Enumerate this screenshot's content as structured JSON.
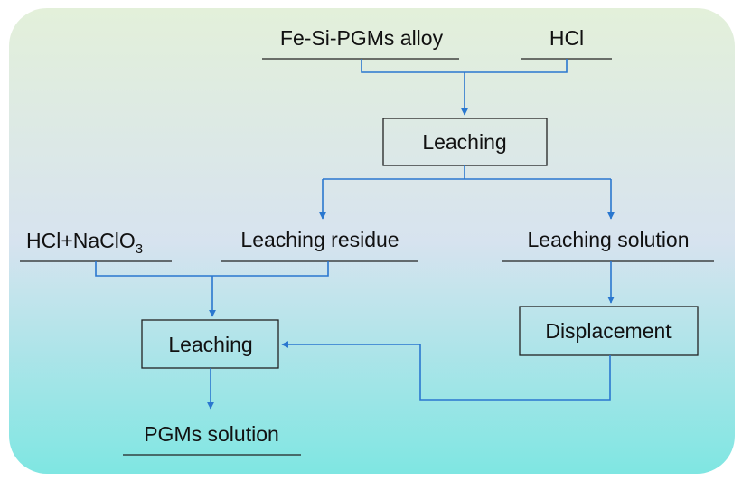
{
  "colors": {
    "background_top": "#e3f0da",
    "background_mid": "#d7e3ef",
    "background_bottom": "#7fe6e2",
    "arrow": "#2a77cf",
    "line": "#222222"
  },
  "inputs": {
    "alloy": "Fe-Si-PGMs alloy",
    "acid": "HCl",
    "oxidant_main": "HCl+NaClO",
    "oxidant_sub": "3"
  },
  "processes": {
    "leaching_1": "Leaching",
    "leaching_2": "Leaching",
    "displacement": "Displacement"
  },
  "products": {
    "residue": "Leaching residue",
    "solution": "Leaching solution",
    "pgms_solution": "PGMs solution"
  }
}
